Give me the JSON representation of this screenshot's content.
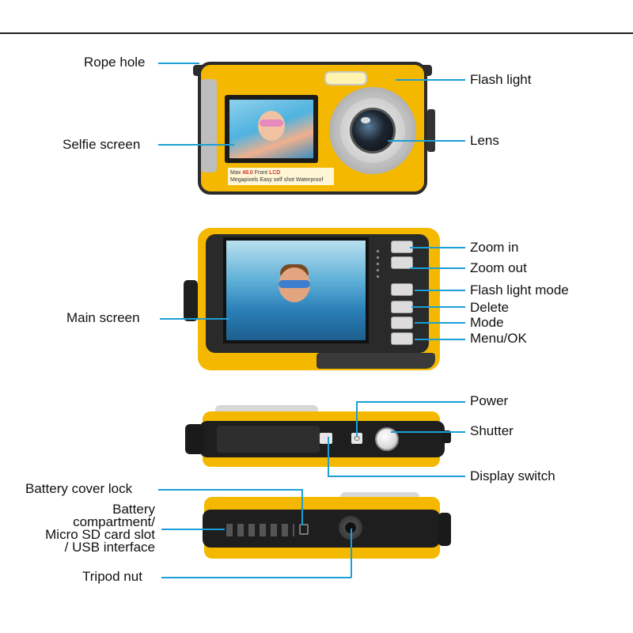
{
  "labels": {
    "rope_hole": "Rope hole",
    "flash_light": "Flash light",
    "selfie_screen": "Selfie screen",
    "lens": "Lens",
    "zoom_in": "Zoom in",
    "zoom_out": "Zoom out",
    "flash_light_mode": "Flash light mode",
    "main_screen": "Main screen",
    "delete": "Delete",
    "mode": "Mode",
    "menu_ok": "Menu/OK",
    "power": "Power",
    "shutter": "Shutter",
    "display_switch": "Display switch",
    "battery_cover_lock": "Battery cover lock",
    "battery_compartment": [
      "Battery",
      "compartment/",
      "Micro SD card slot",
      "/ USB interface"
    ],
    "tripod_nut": "Tripod nut"
  },
  "camera_front_print": {
    "max": "Max",
    "megapixels_value": "48.0",
    "megapixels": "Megapixels",
    "front": "Front",
    "easy_selfie": "Easy self shot",
    "lcd": "LCD",
    "waterproof": "Waterproof"
  },
  "colors": {
    "body": "#f5b800",
    "leader": "#1a9fd6",
    "text": "#111111"
  }
}
